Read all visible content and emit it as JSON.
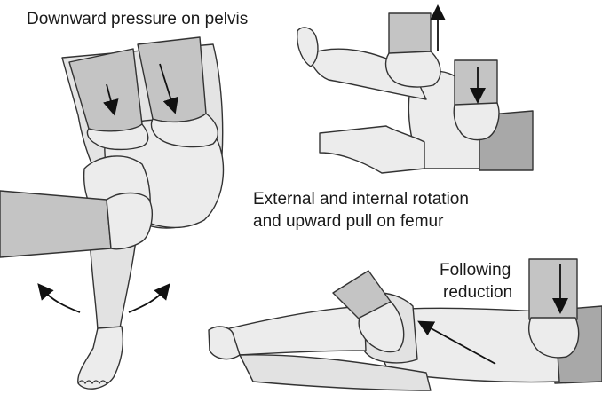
{
  "labels": {
    "downward_pressure": "Downward pressure on pelvis",
    "rotation_line1": "External and internal rotation",
    "rotation_line2": "and upward pull on femur",
    "following_line1": "Following",
    "following_line2": "reduction"
  },
  "colors": {
    "skin": "#ececec",
    "sleeve": "#c4c4c4",
    "sleeve_dark": "#a8a8a8",
    "outline": "#333333",
    "arrow": "#111111"
  }
}
